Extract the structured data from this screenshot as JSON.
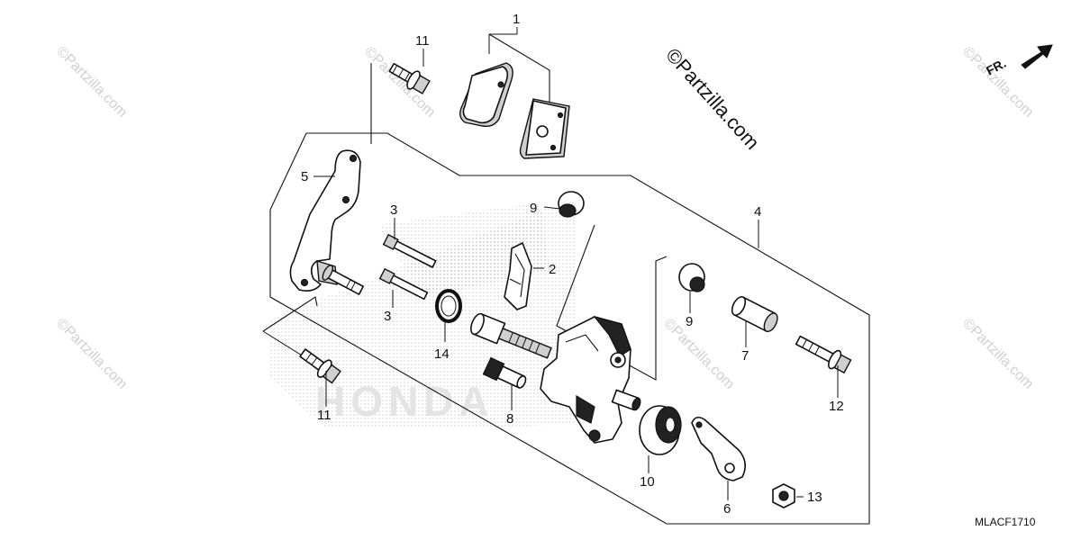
{
  "diagram_code": "MLACF1710",
  "watermark_text": "©Partzilla.com",
  "direction_label": "FR.",
  "brand_watermark": "HONDA",
  "callouts": {
    "c1": "1",
    "c2": "2",
    "c3a": "3",
    "c3b": "3",
    "c4": "4",
    "c5": "5",
    "c6": "6",
    "c7": "7",
    "c8": "8",
    "c9a": "9",
    "c9b": "9",
    "c10": "10",
    "c11a": "11",
    "c11b": "11",
    "c12": "12",
    "c13": "13",
    "c14": "14"
  },
  "colors": {
    "line": "#111111",
    "watermark": "#d0d0d0",
    "background": "#ffffff"
  },
  "icons": [
    "direction-arrow-icon"
  ]
}
